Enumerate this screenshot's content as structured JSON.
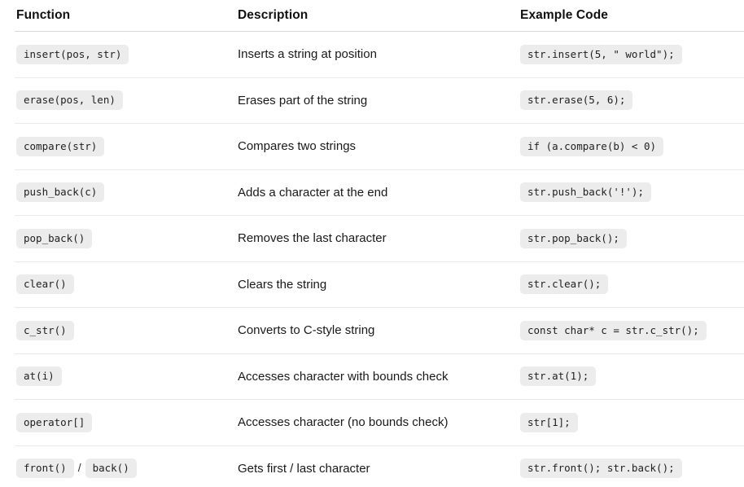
{
  "colors": {
    "page_background": "#ffffff",
    "chip_background": "#ececec",
    "chip_text": "#1f1f1f",
    "header_divider": "#d8d8d8",
    "row_divider": "#eaeaea",
    "text": "#1a1a1a"
  },
  "table": {
    "columns": [
      {
        "label": "Function"
      },
      {
        "label": "Description"
      },
      {
        "label": "Example Code"
      }
    ],
    "function_separator": "/",
    "rows": [
      {
        "function_parts": [
          "insert(pos, str)"
        ],
        "description": "Inserts a string at position",
        "example": "str.insert(5, \" world\");"
      },
      {
        "function_parts": [
          "erase(pos, len)"
        ],
        "description": "Erases part of the string",
        "example": "str.erase(5, 6);"
      },
      {
        "function_parts": [
          "compare(str)"
        ],
        "description": "Compares two strings",
        "example": "if (a.compare(b) < 0)"
      },
      {
        "function_parts": [
          "push_back(c)"
        ],
        "description": "Adds a character at the end",
        "example": "str.push_back('!');"
      },
      {
        "function_parts": [
          "pop_back()"
        ],
        "description": "Removes the last character",
        "example": "str.pop_back();"
      },
      {
        "function_parts": [
          "clear()"
        ],
        "description": "Clears the string",
        "example": "str.clear();"
      },
      {
        "function_parts": [
          "c_str()"
        ],
        "description": "Converts to C-style string",
        "example": "const char* c = str.c_str();"
      },
      {
        "function_parts": [
          "at(i)"
        ],
        "description": "Accesses character with bounds check",
        "example": "str.at(1);"
      },
      {
        "function_parts": [
          "operator[]"
        ],
        "description": "Accesses character (no bounds check)",
        "example": "str[1];"
      },
      {
        "function_parts": [
          "front()",
          "back()"
        ],
        "description": "Gets first / last character",
        "example": "str.front(); str.back();"
      }
    ]
  }
}
